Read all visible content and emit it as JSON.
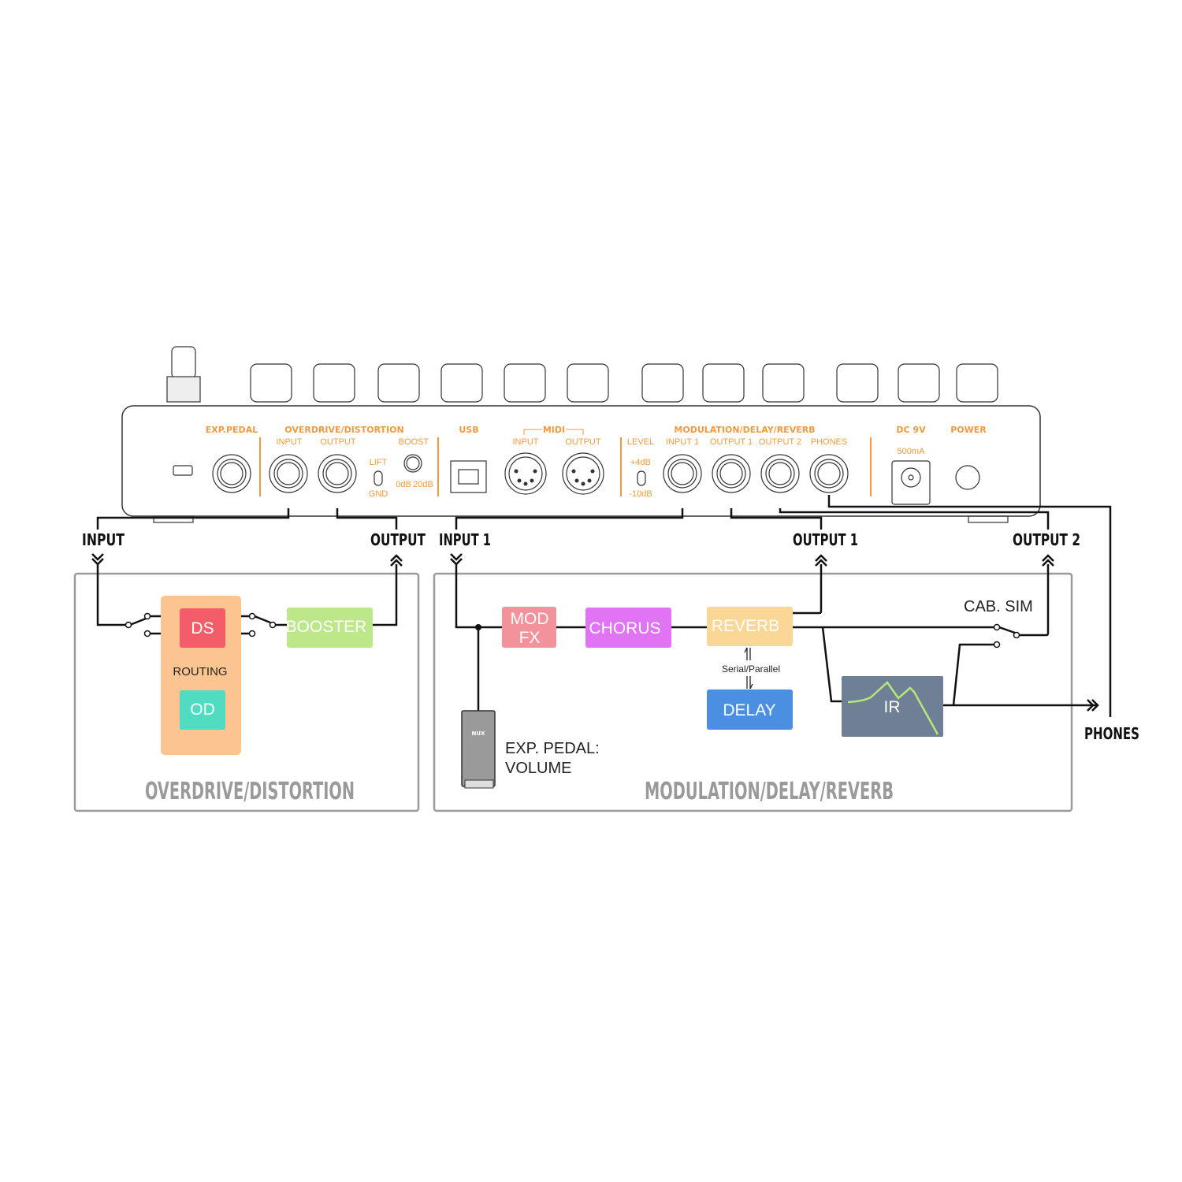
{
  "device": {
    "sections": {
      "exp_pedal": "EXP.PEDAL",
      "overdrive": "OVERDRIVE/DISTORTION",
      "usb": "USB",
      "midi": "MIDI",
      "mod": "MODULATION/DELAY/REVERB",
      "dc": "DC 9V",
      "dc_current": "500mA",
      "power": "POWER"
    },
    "jacks": {
      "od_input": "INPUT",
      "od_output": "OUTPUT",
      "boost": "BOOST",
      "lift": "LIFT",
      "gnd": "GND",
      "boost_0": "0dB",
      "boost_20": "20dB",
      "midi_input": "INPUT",
      "midi_output": "OUTPUT",
      "level": "LEVEL",
      "level_hi": "+4dB",
      "level_lo": "-10dB",
      "input1": "INPUT 1",
      "output1": "OUTPUT 1",
      "output2": "OUTPUT 2",
      "phones": "PHONES"
    }
  },
  "connections": {
    "input": "INPUT",
    "output": "OUTPUT",
    "input1": "INPUT 1",
    "output1": "OUTPUT 1",
    "output2": "OUTPUT 2",
    "phones": "PHONES"
  },
  "od_panel": {
    "title": "OVERDRIVE/DISTORTION",
    "ds": "DS",
    "routing": "ROUTING",
    "od": "OD",
    "booster": "BOOSTER",
    "colors": {
      "routing": "#fbc490",
      "ds": "#f35d6a",
      "od": "#4fdcc0",
      "booster": "#bde88a"
    }
  },
  "mod_panel": {
    "title": "MODULATION/DELAY/REVERB",
    "mod_fx_line1": "MOD",
    "mod_fx_line2": "FX",
    "chorus": "CHORUS",
    "reverb": "REVERB",
    "serial_parallel": "Serial/Parallel",
    "delay": "DELAY",
    "ir": "IR",
    "cab_sim": "CAB. SIM",
    "pedal_logo": "NUX",
    "exp_pedal_line1": "EXP. PEDAL:",
    "exp_pedal_line2": "VOLUME",
    "colors": {
      "mod_fx": "#f2929a",
      "chorus": "#e174f5",
      "reverb": "#fad796",
      "delay": "#4a8fe2",
      "ir": "#6e7f96"
    }
  }
}
